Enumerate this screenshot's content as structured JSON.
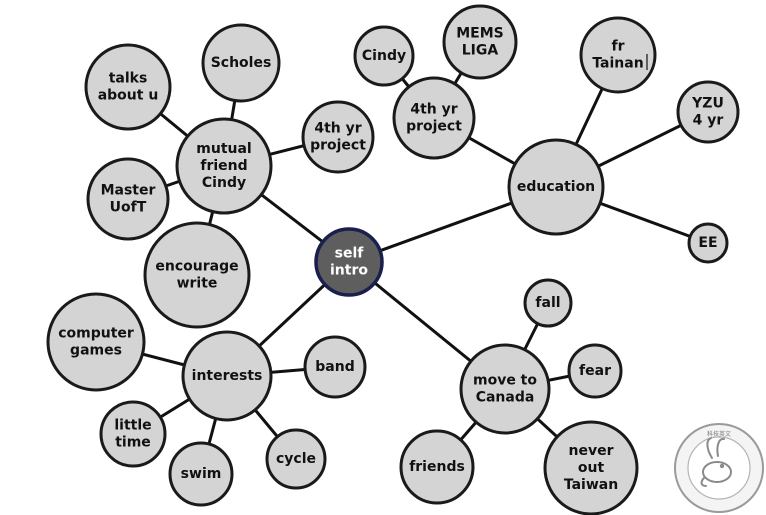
{
  "center": {
    "lines": [
      "self",
      "intro"
    ]
  },
  "hubs": {
    "mutual_friend": {
      "lines": [
        "mutual",
        "friend",
        "Cindy"
      ]
    },
    "education": {
      "lines": [
        "education"
      ]
    },
    "interests": {
      "lines": [
        "interests"
      ]
    },
    "move_canada": {
      "lines": [
        "move to",
        "Canada"
      ]
    }
  },
  "leaves": {
    "talks_about_u": {
      "lines": [
        "talks",
        "about u"
      ]
    },
    "scholes": {
      "lines": [
        "Scholes"
      ]
    },
    "fourth_yr_project_left": {
      "lines": [
        "4th yr",
        "project"
      ]
    },
    "master_uoft": {
      "lines": [
        "Master",
        "UofT"
      ]
    },
    "encourage_write": {
      "lines": [
        "encourage",
        "write"
      ]
    },
    "cindy": {
      "lines": [
        "Cindy"
      ]
    },
    "mems_liga": {
      "lines": [
        "MEMS",
        "LIGA"
      ]
    },
    "fourth_yr_project_right": {
      "lines": [
        "4th yr",
        "project"
      ]
    },
    "fr_tainan": {
      "lines": [
        "fr",
        "Tainan"
      ]
    },
    "yzu_4yr": {
      "lines": [
        "YZU",
        "4 yr"
      ]
    },
    "ee": {
      "lines": [
        "EE"
      ]
    },
    "computer_games": {
      "lines": [
        "computer",
        "games"
      ]
    },
    "band": {
      "lines": [
        "band"
      ]
    },
    "little_time": {
      "lines": [
        "little",
        "time"
      ]
    },
    "swim": {
      "lines": [
        "swim"
      ]
    },
    "cycle": {
      "lines": [
        "cycle"
      ]
    },
    "fall": {
      "lines": [
        "fall"
      ]
    },
    "fear": {
      "lines": [
        "fear"
      ]
    },
    "friends": {
      "lines": [
        "friends"
      ]
    },
    "never_out_taiwan": {
      "lines": [
        "never",
        "out",
        "Taiwan"
      ]
    }
  },
  "seal": {
    "label": "科技英文",
    "icon": "rabbit-icon"
  }
}
